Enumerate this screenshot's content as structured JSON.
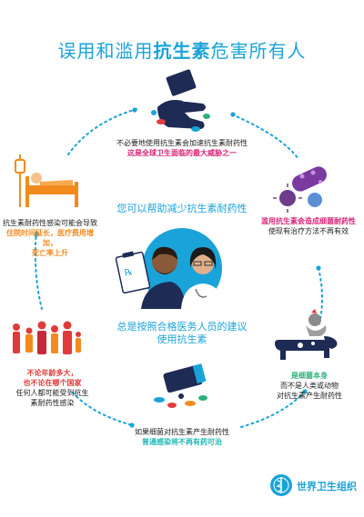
{
  "title": {
    "pre": "误用和滥用",
    "bold": "抗生素",
    "post": "危害所有人"
  },
  "top": {
    "line1": "不必要地使用抗生素会加速抗生素耐药性",
    "line2": "这是全球卫生面临的最大威胁之一"
  },
  "left": {
    "line1": "抗生素耐药性感染可能会导致",
    "line2": "住院时间延长，医疗费用增加，",
    "line3": "死亡率上升"
  },
  "right": {
    "line1": "滥用抗生素会造成细菌耐药性",
    "line2": "使现有治疗方法不再有效"
  },
  "center": {
    "top": "您可以帮助减少抗生素耐药性",
    "bottom1": "总是按照合格医务人员的建议",
    "bottom2": "使用抗生素"
  },
  "left_bottom": {
    "line1": "不论年龄多大，",
    "line2": "也不论在哪个国家",
    "line3": "任何人都可能受到抗生",
    "line4": "素耐药性感染"
  },
  "right_bottom": {
    "line1": "是细菌本身",
    "line2": "而不是人类或动物",
    "line3": "对抗生素产生耐药性"
  },
  "bottom": {
    "line1": "如果细菌对抗生素产生耐药性",
    "line2": "普通感染将不再有药可治"
  },
  "logo": {
    "text": "世界卫生组织"
  },
  "colors": {
    "accent": "#1aa3d9",
    "orange": "#f28b1e",
    "green": "#2fb07b",
    "pink": "#d8257a",
    "navy": "#1d2b55"
  }
}
